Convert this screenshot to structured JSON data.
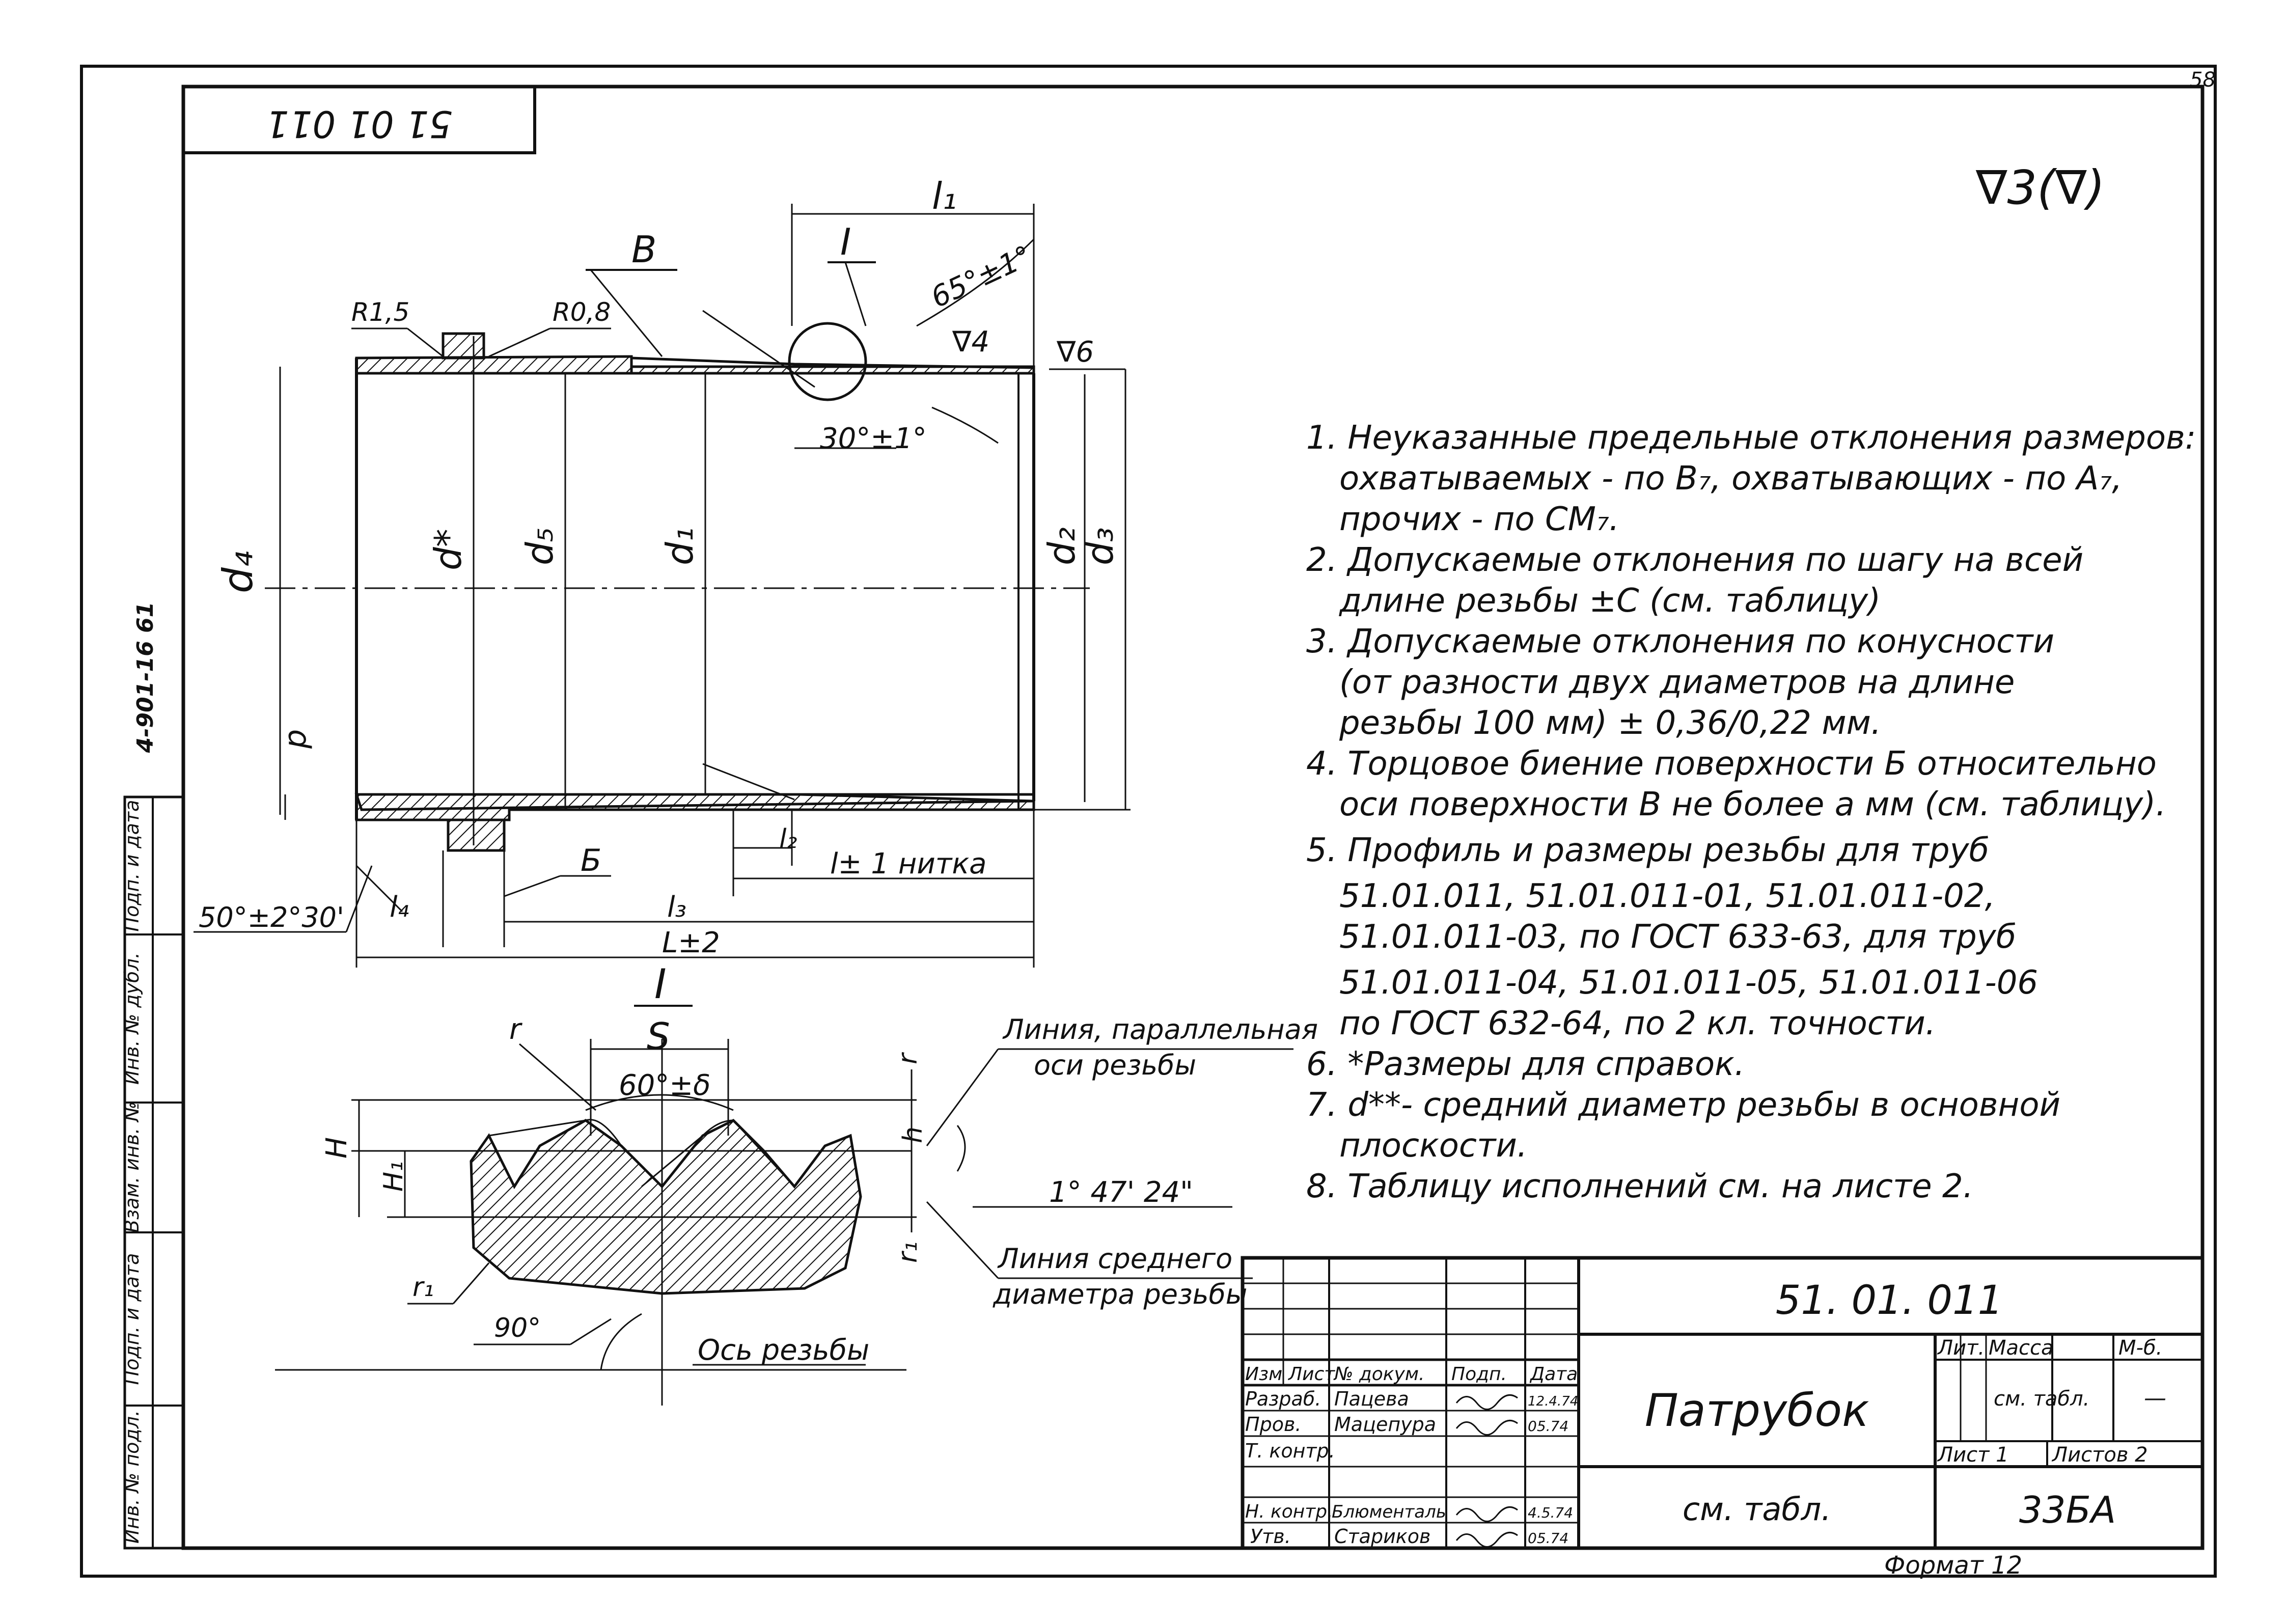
{
  "page_number": "58",
  "header_code": "51 01 011",
  "side_code": "4-901-16 61",
  "roughness": "∇3(∇)",
  "dims": {
    "l1": "l₁",
    "l2": "l₂",
    "l3": "l₃",
    "l4": "l₄",
    "angle_65": "65°±1°",
    "angle_30": "30°±1°",
    "rough_4": "∇4",
    "rough_6": "∇6",
    "d4": "d₄",
    "dstar": "d*",
    "d5": "d₅",
    "d1": "d₁",
    "d2": "d₂",
    "d3": "d₃",
    "R15": "R1,5",
    "R08": "R0,8",
    "B_upper": "B",
    "B_lower": "Б",
    "p": "p",
    "chamfer": "50°±2°30'",
    "l_thread": "l± 1 нитка",
    "L": "L±2",
    "detail_I": "I"
  },
  "detail": {
    "title": "I",
    "S": "S",
    "angle60": "60°±δ",
    "r": "r",
    "r1": "r₁",
    "H": "H",
    "H1": "H₁",
    "h": "h",
    "taper": "1° 47' 24\"",
    "angle90": "90°",
    "axis": "Ось резьбы",
    "parallel_1": "Линия, параллельная",
    "parallel_2": "оси резьбы",
    "mean_1": "Линия среднего",
    "mean_2": "диаметра резьбы"
  },
  "notes": [
    "1. Неуказанные предельные отклонения размеров:",
    "охватываемых - по B₇, охватывающих - по A₇,",
    "прочих - по CM₇.",
    "2. Допускаемые отклонения по шагу на всей",
    "длине резьбы ±C (см. таблицу)",
    "3. Допускаемые отклонения по конусности",
    "(от разности двух диаметров на длине",
    "резьбы 100 мм) ± 0,36/0,22 мм.",
    "4. Торцовое биение поверхности Б относительно",
    "оси поверхности B не более a мм (см. таблицу).",
    "5. Профиль и размеры резьбы для труб",
    "51.01.011, 51.01.011-01, 51.01.011-02,",
    "51.01.011-03, по ГОСТ 633-63, для труб",
    "51.01.011-04, 51.01.011-05, 51.01.011-06",
    "по ГОСТ 632-64, по 2 кл. точности.",
    "6. *Размеры для справок.",
    "7. d**- средний диаметр резьбы в основной",
    "плоскости.",
    "8. Таблицу исполнений см. на листе 2."
  ],
  "left_strip": [
    "Инв. № подл.",
    "Подп. и дата",
    "Взам. инв. №",
    "Инв. № дубл.",
    "Подп. и дата"
  ],
  "title_block": {
    "designation": "51. 01. 011",
    "name": "Патрубок",
    "material": "см. табл.",
    "lit_label": "Лит.",
    "mass_label": "Масса",
    "scale_label": "М-б.",
    "mass_value": "см. табл.",
    "scale_value": "—",
    "sheet_label": "Лист 1",
    "sheets_label": "Листов 2",
    "code": "33БА",
    "format": "Формат 12",
    "header": [
      "Изм",
      "Лист",
      "№ докум.",
      "Подп.",
      "Дата"
    ],
    "rows": [
      {
        "role": "Разраб.",
        "name": "Пацева",
        "date": "12.4.74"
      },
      {
        "role": "Пров.",
        "name": "Мацепура",
        "date": "05.74"
      },
      {
        "role": "Т. контр.",
        "name": "",
        "date": ""
      },
      {
        "role": "Н. контр.",
        "name": "Блюменталь",
        "date": "4.5.74"
      },
      {
        "role": "Утв.",
        "name": "Стариков",
        "date": "05.74"
      }
    ]
  }
}
